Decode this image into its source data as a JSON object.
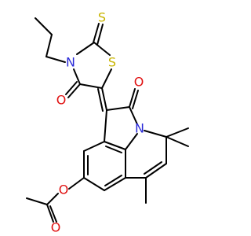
{
  "atoms": [
    {
      "id": "S_thione",
      "label": "S",
      "color": "#c8b400"
    },
    {
      "id": "S_ring",
      "label": "S",
      "color": "#c8b400"
    },
    {
      "id": "N_thiazolidine",
      "label": "N",
      "color": "#2a2ad8"
    },
    {
      "id": "O_thiazolidine_carbonyl",
      "label": "O",
      "color": "#e01010"
    },
    {
      "id": "O_lactam",
      "label": "O",
      "color": "#e01010"
    },
    {
      "id": "N_pyrrolo",
      "label": "N",
      "color": "#2a2ad8"
    },
    {
      "id": "O_ester",
      "label": "O",
      "color": "#e01010"
    },
    {
      "id": "O_acetyl_carbonyl",
      "label": "O",
      "color": "#e01010"
    }
  ]
}
